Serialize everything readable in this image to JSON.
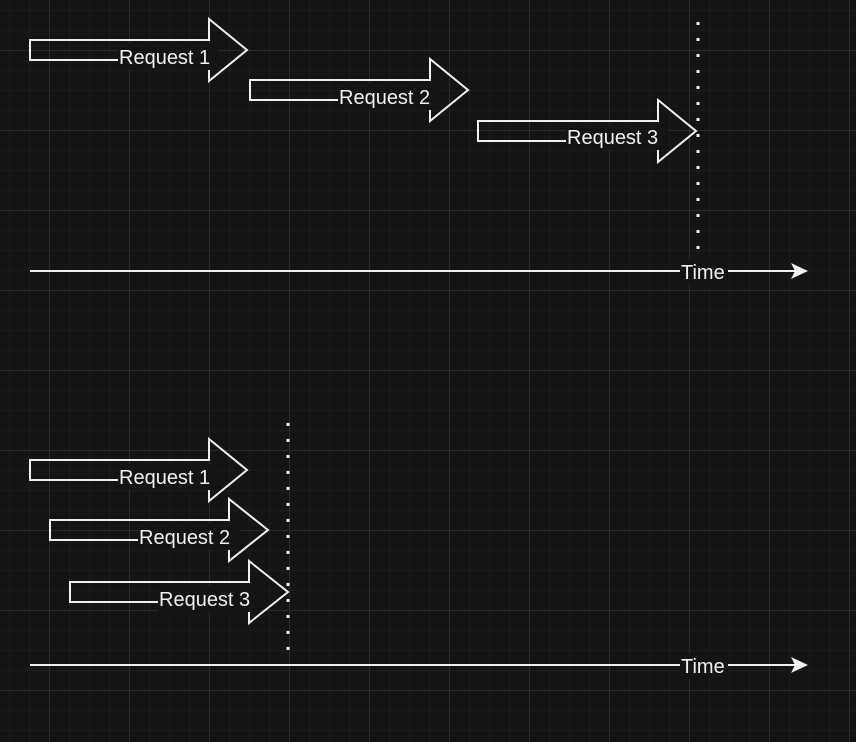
{
  "colors": {
    "stroke": "#f0f0f0",
    "background": "#141414",
    "label_bg": "#141414"
  },
  "panels": [
    {
      "id": "sequential",
      "requests": [
        {
          "label": "Request 1"
        },
        {
          "label": "Request 2"
        },
        {
          "label": "Request 3"
        }
      ],
      "axis_label": "Time"
    },
    {
      "id": "parallel",
      "requests": [
        {
          "label": "Request 1"
        },
        {
          "label": "Request 2"
        },
        {
          "label": "Request 3"
        }
      ],
      "axis_label": "Time"
    }
  ]
}
